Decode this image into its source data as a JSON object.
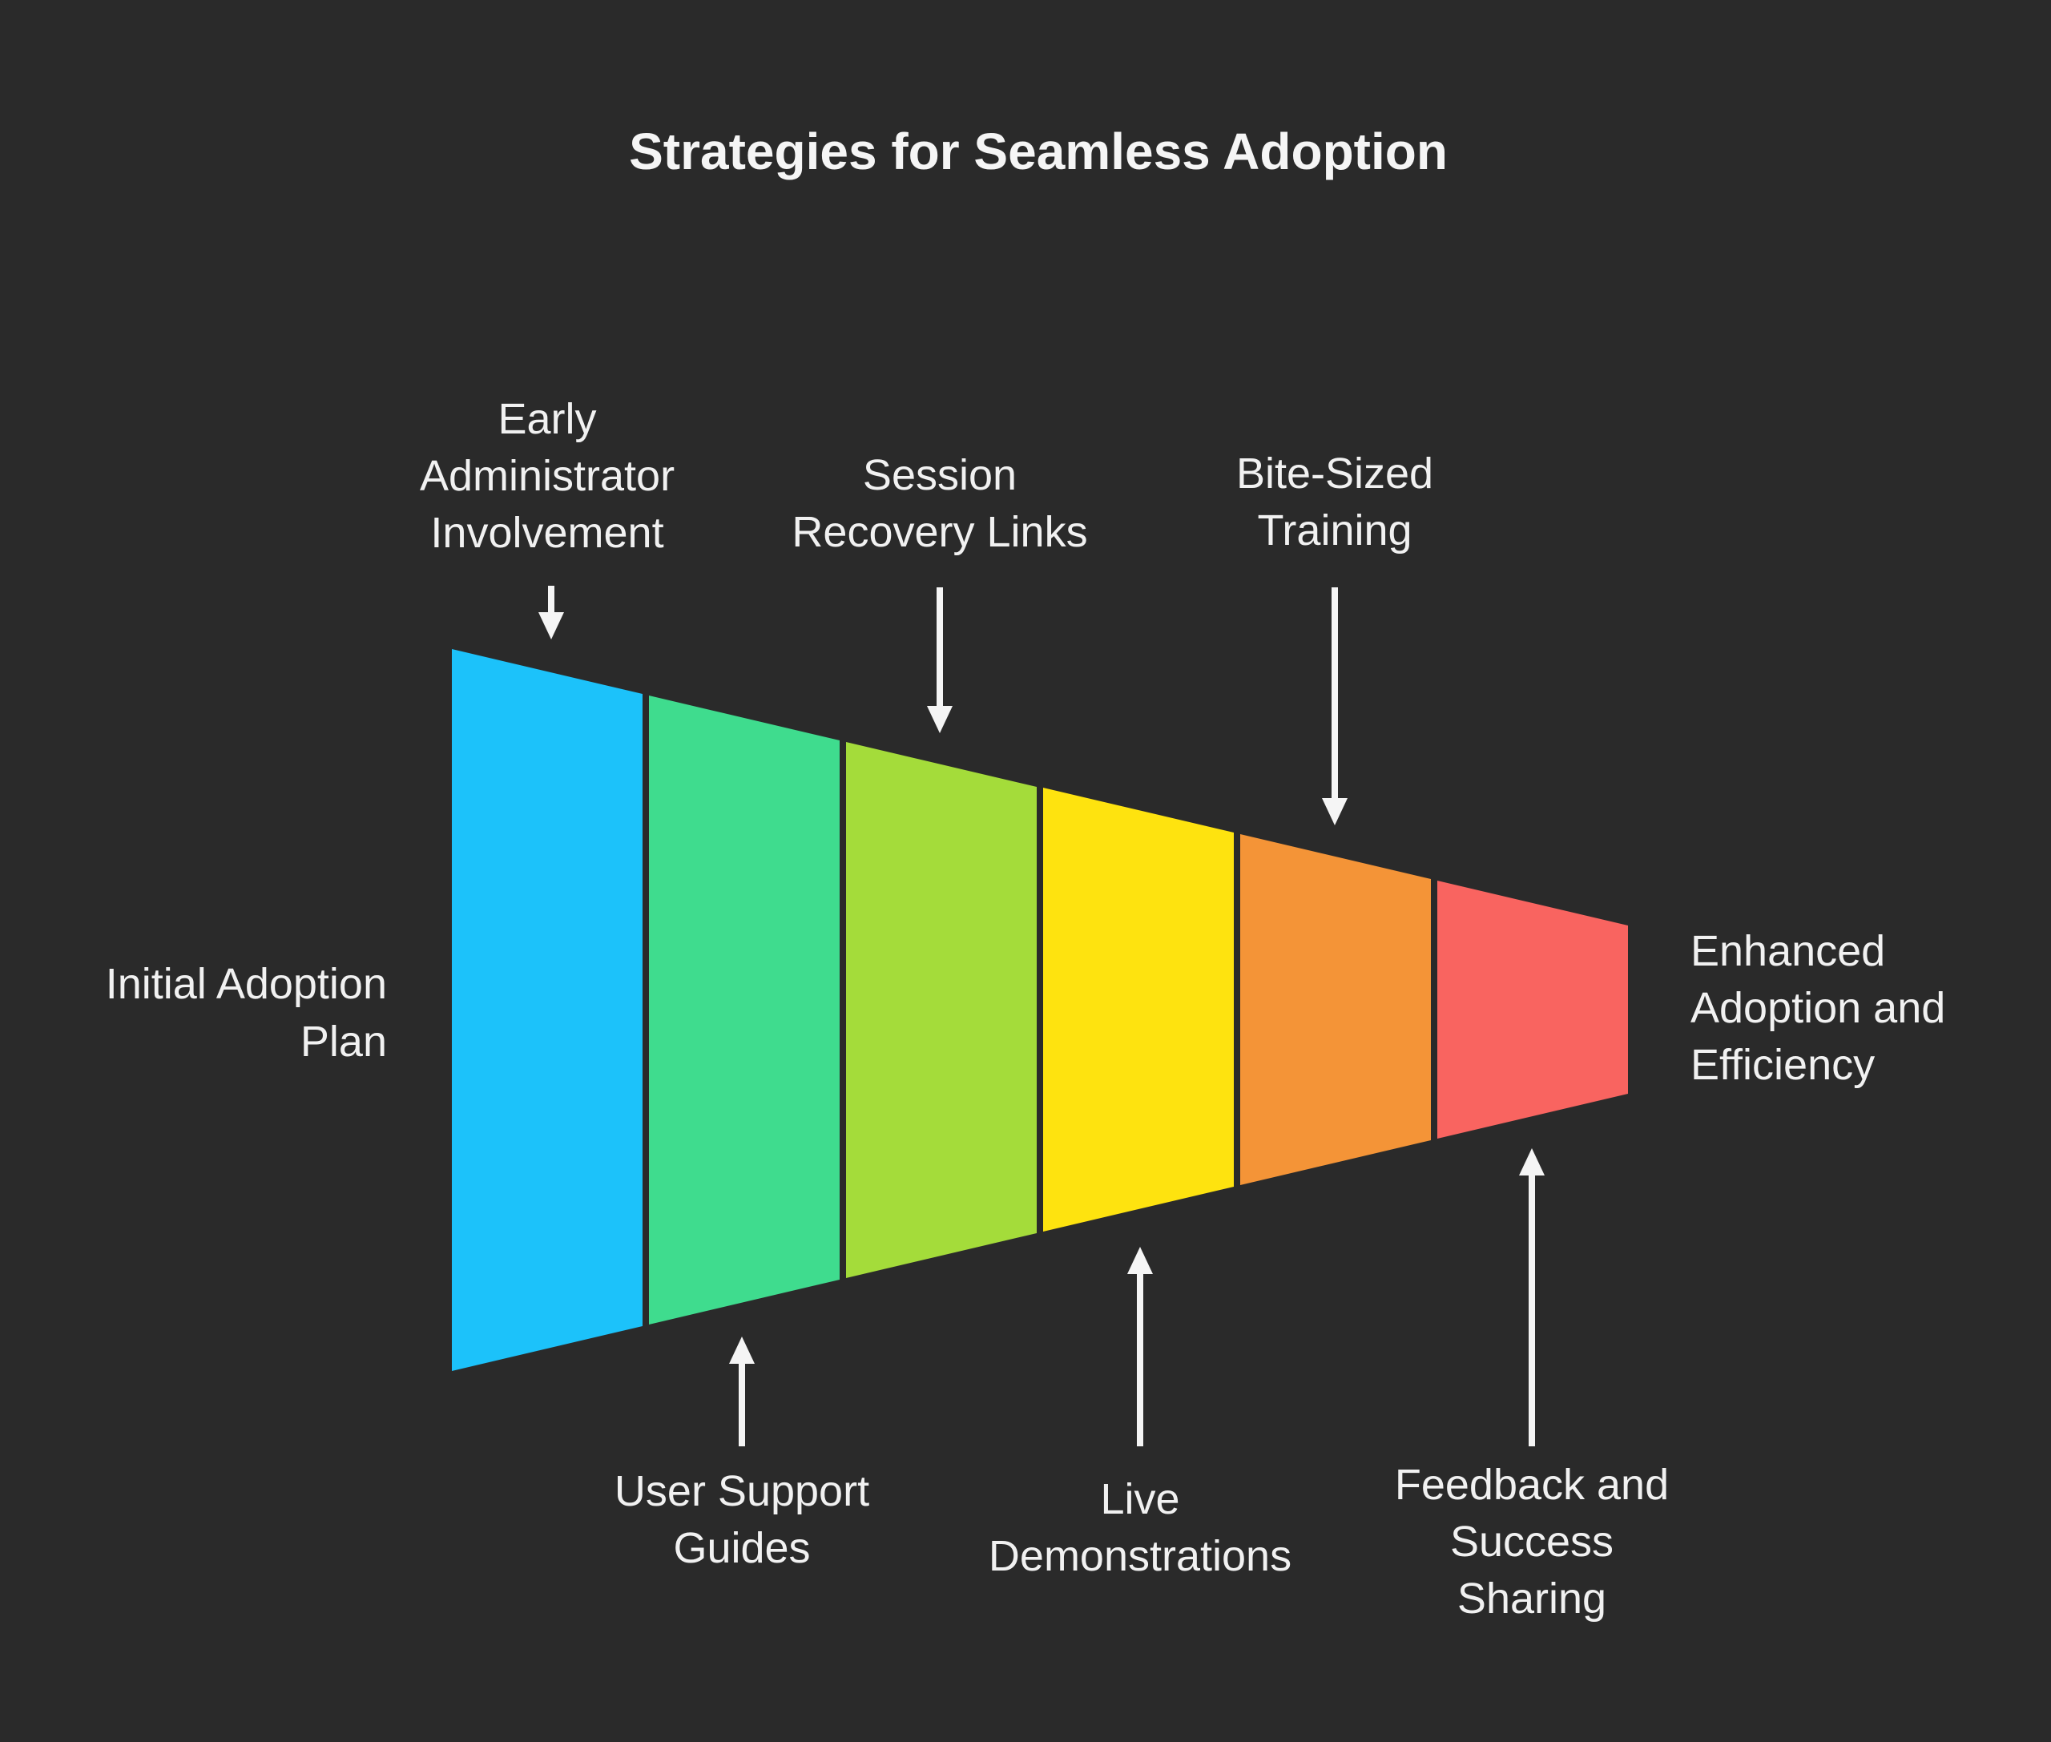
{
  "title": "Strategies for Seamless Adoption",
  "colors": {
    "background": "#2A2A2A",
    "text": "#F1F1F1",
    "arrow": "#F5F5F5",
    "segments": [
      "#1CC2FA",
      "#3FDC8E",
      "#A4DC3A",
      "#FEE30F",
      "#F49437",
      "#F96460"
    ]
  },
  "funnel": {
    "start_label": "Initial Adoption\nPlan",
    "end_label": "Enhanced\nAdoption and\nEfficiency"
  },
  "stages": [
    {
      "label": "Early\nAdministrator\nInvolvement",
      "position": "top",
      "segment": 1
    },
    {
      "label": "User Support\nGuides",
      "position": "bottom",
      "segment": 2
    },
    {
      "label": "Session\nRecovery Links",
      "position": "top",
      "segment": 3
    },
    {
      "label": "Live\nDemonstrations",
      "position": "bottom",
      "segment": 4
    },
    {
      "label": "Bite-Sized\nTraining",
      "position": "top",
      "segment": 5
    },
    {
      "label": "Feedback and\nSuccess\nSharing",
      "position": "bottom",
      "segment": 6
    }
  ]
}
